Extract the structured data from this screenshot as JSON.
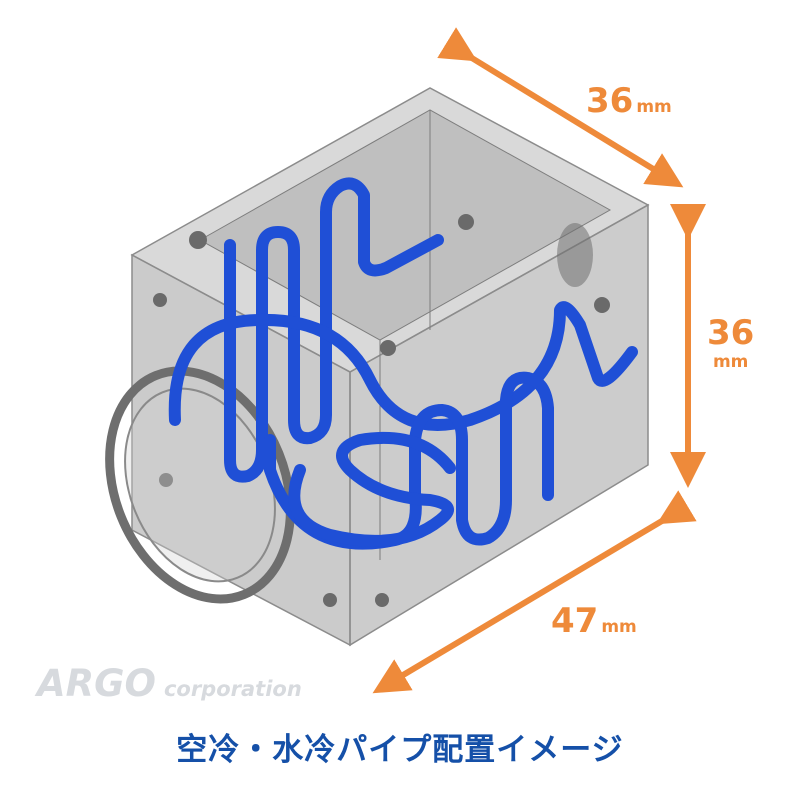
{
  "dimensions": {
    "depth": {
      "value": "36",
      "unit": "mm"
    },
    "height": {
      "value": "36",
      "unit": "mm"
    },
    "width": {
      "value": "47",
      "unit": "mm"
    }
  },
  "logo": {
    "brand": "ARGO",
    "suffix": "corporation"
  },
  "caption": "空冷・水冷パイプ配置イメージ",
  "colors": {
    "dimension": "#ee8a3a",
    "pipe": "#1f4fd6",
    "housing": "#a6a6a6",
    "caption": "#1550a8",
    "logo": "#d7dade"
  }
}
